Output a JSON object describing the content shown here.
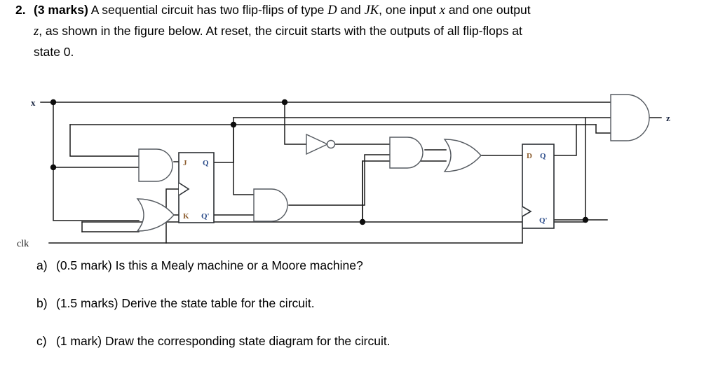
{
  "question": {
    "number": "2.",
    "marks_label": "(3 marks)",
    "line1_a": " A sequential circuit has two flip-flips of type ",
    "var_d": "D",
    "line1_b": " and ",
    "var_jk": "JK",
    "line1_c": ", one input ",
    "var_x": "x",
    "line1_d": " and one output",
    "line2_a": ", as shown in the figure below. At reset, the circuit starts with the outputs of all flip-flops at",
    "var_z": "z",
    "line3": "state 0."
  },
  "figure": {
    "input_label": "x",
    "output_label": "z",
    "clock_label": "clk",
    "jk_flipflop": {
      "j": "J",
      "k": "K",
      "q": "Q",
      "qbar": "Q'"
    },
    "d_flipflop": {
      "d": "D",
      "q": "Q",
      "qbar": "Q'"
    },
    "gates": [
      "and-gate-j",
      "or-gate-k",
      "and-gate-mid",
      "not-gate",
      "and-gate-d1",
      "or-gate-d",
      "and-gate-output"
    ]
  },
  "subquestions": [
    {
      "marker": "a)",
      "text": "(0.5 mark) Is this a Mealy machine or a Moore machine?"
    },
    {
      "marker": "b)",
      "text": "(1.5 marks) Derive the state table for the circuit."
    },
    {
      "marker": "c)",
      "text": "(1 mark) Draw the corresponding state diagram for the circuit."
    }
  ]
}
